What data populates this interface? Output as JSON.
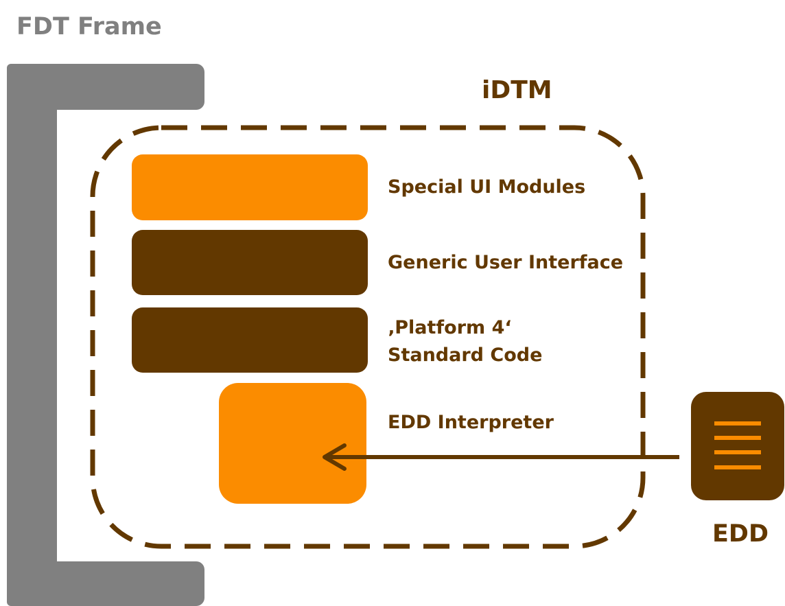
{
  "frame": {
    "title": "FDT Frame"
  },
  "idtm": {
    "title": "iDTM",
    "layers": {
      "special_ui": "Special UI Modules",
      "generic_ui": "Generic User Interface",
      "platform_line1": "‚Platform 4‘",
      "platform_line2": "Standard Code",
      "edd_interpreter": "EDD Interpreter"
    }
  },
  "edd": {
    "label": "EDD",
    "icon": "document-lines-icon"
  },
  "colors": {
    "frame_gray": "#808080",
    "brown": "#623800",
    "orange": "#fb8c00"
  }
}
